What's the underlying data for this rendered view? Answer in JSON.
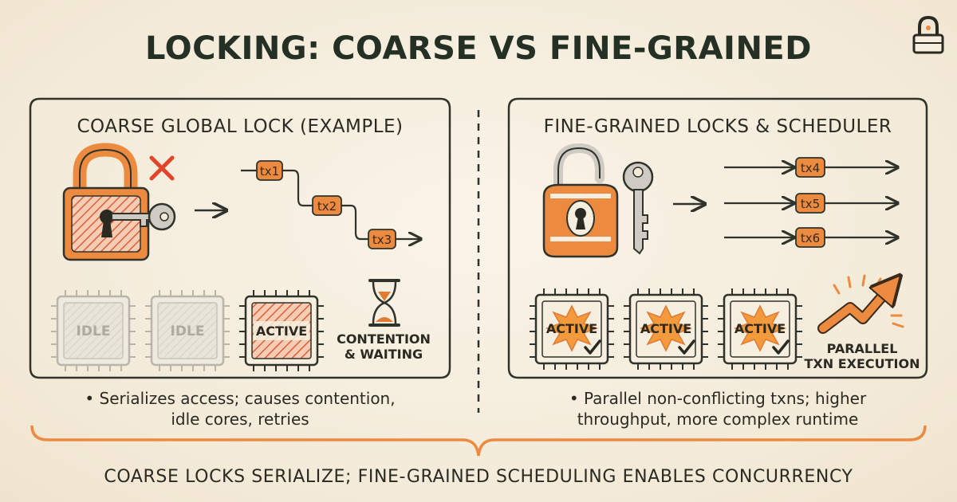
{
  "title": "LOCKING: COARSE VS FINE-GRAINED",
  "colors": {
    "accent": "#ec8a3f",
    "ink": "#2f332b",
    "idle": "#b9b5aa",
    "background": "#f6eedf"
  },
  "left_panel": {
    "heading": "COARSE GLOBAL LOCK (EXAMPLE)",
    "tokens": [
      "tx1",
      "tx2",
      "tx3"
    ],
    "cores": [
      "IDLE",
      "IDLE",
      "ACTIVE"
    ],
    "caption": "CONTENTION\n& WAITING",
    "note_line1": "• Serializes access; causes contention,",
    "note_line2": "idle cores, retries"
  },
  "right_panel": {
    "heading": "FINE-GRAINED LOCKS & SCHEDULER",
    "tokens": [
      "tx4",
      "tx5",
      "tx6"
    ],
    "cores": [
      "ACTIVE",
      "ACTIVE",
      "ACTIVE"
    ],
    "caption": "PARALLEL\nTXN EXECUTION",
    "note_line1": "• Parallel non-conflicting txns; higher",
    "note_line2": "throughput, more complex runtime"
  },
  "footer": "COARSE LOCKS SERIALIZE; FINE-GRAINED SCHEDULING ENABLES CONCURRENCY"
}
